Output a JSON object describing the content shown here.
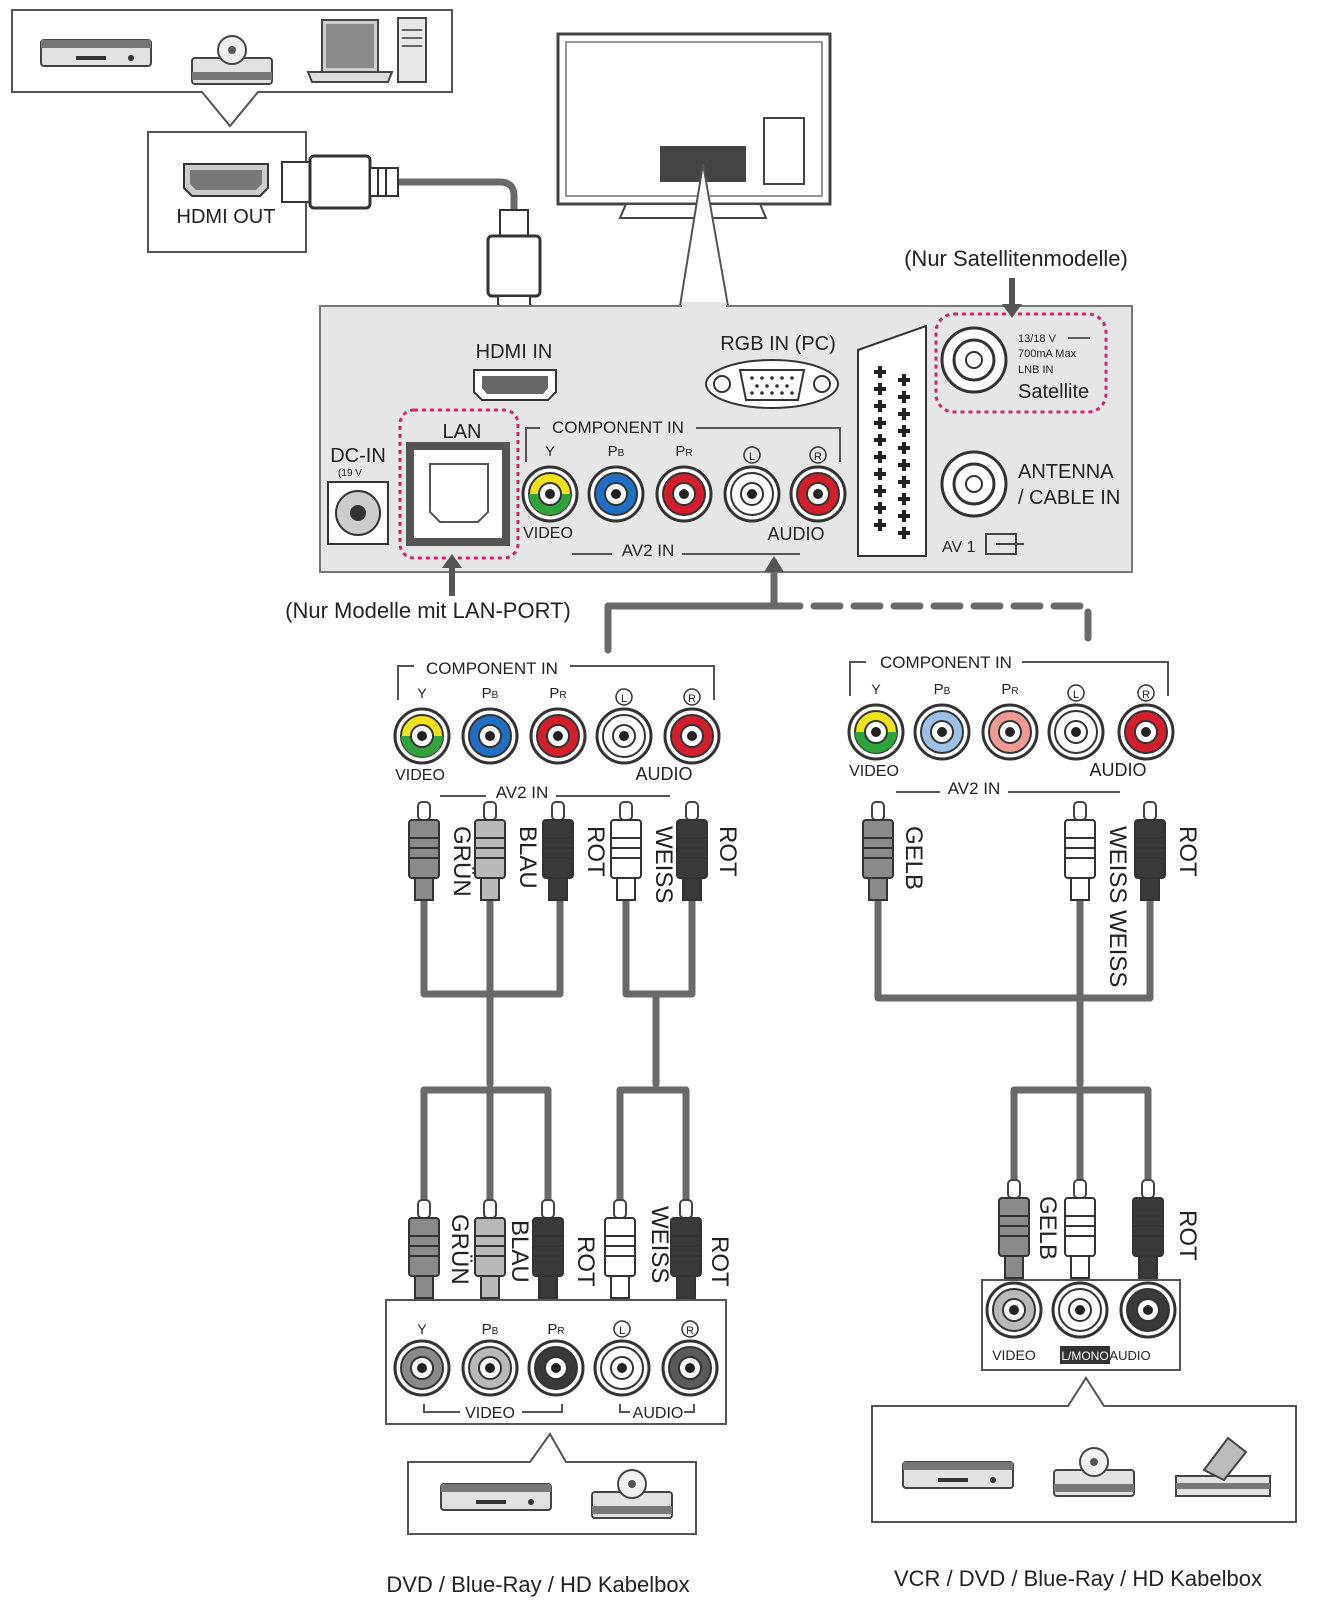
{
  "labels": {
    "hdmi_out": "HDMI OUT",
    "hdmi_in": "HDMI IN",
    "rgb_in": "RGB IN (PC)",
    "satellite_note": "(Nur Satellitenmodelle)",
    "lnb_spec_1": "13/18 V",
    "lnb_spec_2": "700mA Max",
    "lnb_spec_3": "LNB IN",
    "satellite": "Satellite",
    "dc_in": "DC-IN",
    "dc_volt": "(19 V",
    "lan": "LAN",
    "component_in": "COMPONENT IN",
    "y": "Y",
    "pb": "PB",
    "pr": "PR",
    "l": "L",
    "r": "R",
    "video": "VIDEO",
    "audio": "AUDIO",
    "mono": "MONO",
    "av2_in": "AV2 IN",
    "antenna_1": "ANTENNA",
    "antenna_2": "/ CABLE IN",
    "av1": "AV 1",
    "lan_note": "(Nur Modelle mit LAN-PORT)",
    "l_mono": "L/MONO",
    "audio_r": "AUDIO",
    "dvd_caption": "DVD / Blue-Ray / HD Kabelbox",
    "vcr_caption": "VCR / DVD / Blue-Ray /  HD Kabelbox"
  },
  "cables_left_top": [
    "GRÜN",
    "BLAU",
    "ROT",
    "WEISS",
    "ROT"
  ],
  "cables_left_bottom": [
    "GRÜN",
    "BLAU",
    "ROT",
    "WEISS",
    "ROT"
  ],
  "cables_right_top": [
    "GELB",
    "WEISS WEISS",
    "ROT"
  ],
  "cables_right_bottom": [
    "GELB",
    "ROT"
  ],
  "colors": {
    "jack_yellow": "#f2e21b",
    "jack_green": "#2fa43a",
    "jack_blue": "#1f6fc4",
    "jack_red": "#d21f2b",
    "jack_white": "#ffffff",
    "jack_blue_faded": "#9cc1e8",
    "jack_red_faded": "#ef9a92",
    "panel": "#e6e6e6",
    "dotted": "#d1256f"
  }
}
